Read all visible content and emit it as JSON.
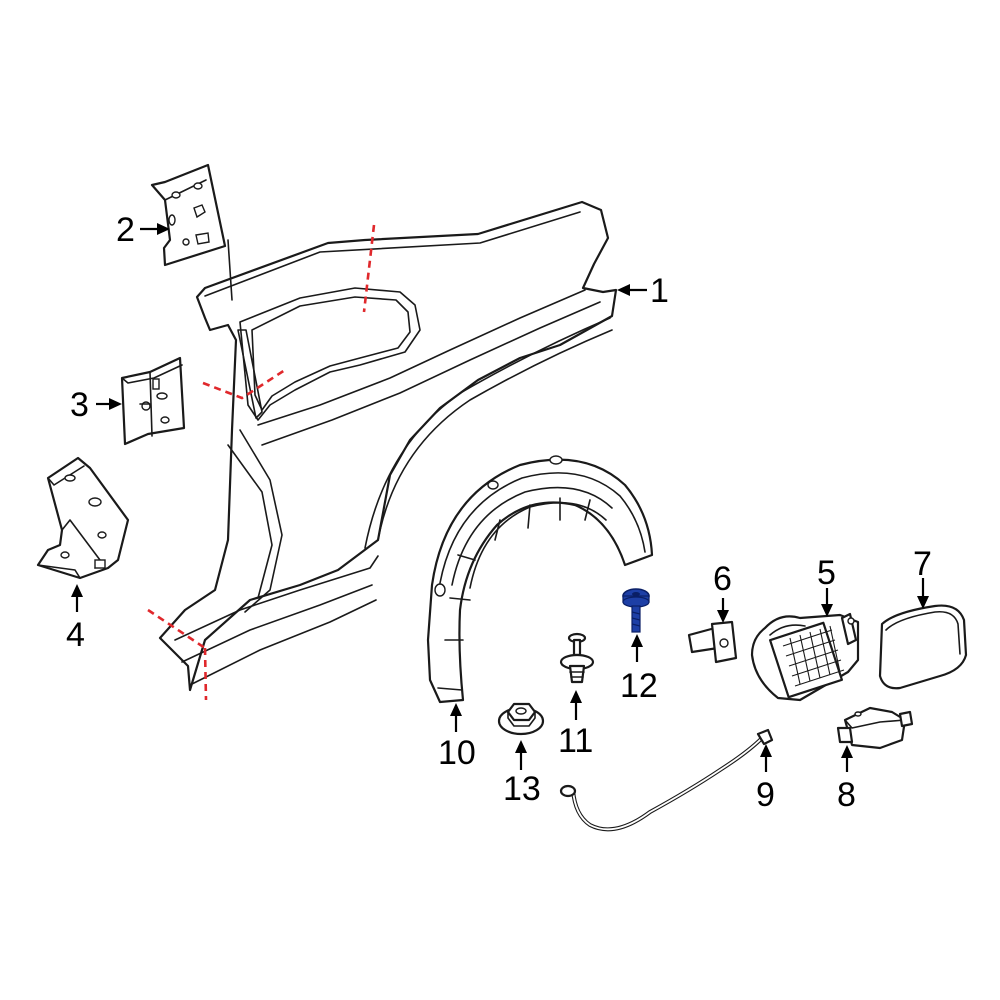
{
  "colors": {
    "line": "#1a1a1a",
    "cut_line": "#e0282c",
    "highlight_fill": "#1d3fa6",
    "highlight_stroke": "#0a1f66"
  },
  "highlighted_part": "12",
  "callouts": {
    "c1": "1",
    "c2": "2",
    "c3": "3",
    "c4": "4",
    "c5": "5",
    "c6": "6",
    "c7": "7",
    "c8": "8",
    "c9": "9",
    "c10": "10",
    "c11": "11",
    "c12": "12",
    "c13": "13"
  }
}
